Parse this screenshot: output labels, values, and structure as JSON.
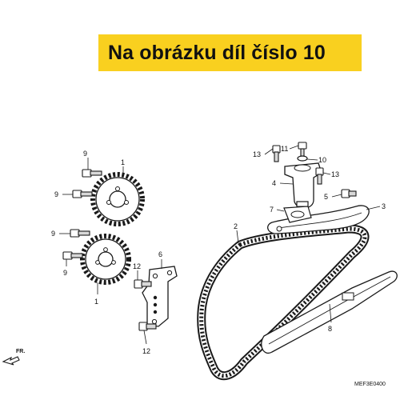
{
  "banner": {
    "text": "Na obrázku díl číslo 10"
  },
  "diagram": {
    "code": "MEF3E0400",
    "direction_label": "FR.",
    "callouts": [
      {
        "id": "c9a",
        "label": "9"
      },
      {
        "id": "c1a",
        "label": "1"
      },
      {
        "id": "c9b",
        "label": "9"
      },
      {
        "id": "c9c",
        "label": "9"
      },
      {
        "id": "c9d",
        "label": "9"
      },
      {
        "id": "c1b",
        "label": "1"
      },
      {
        "id": "c12a",
        "label": "12"
      },
      {
        "id": "c6",
        "label": "6"
      },
      {
        "id": "c12b",
        "label": "12"
      },
      {
        "id": "c2",
        "label": "2"
      },
      {
        "id": "c13a",
        "label": "13"
      },
      {
        "id": "c11",
        "label": "11"
      },
      {
        "id": "c10",
        "label": "10"
      },
      {
        "id": "c13b",
        "label": "13"
      },
      {
        "id": "c4",
        "label": "4"
      },
      {
        "id": "c5",
        "label": "5"
      },
      {
        "id": "c3",
        "label": "3"
      },
      {
        "id": "c7",
        "label": "7"
      },
      {
        "id": "c8",
        "label": "8"
      }
    ]
  },
  "colors": {
    "banner": "#f9d01f",
    "line": "#1a1a1a",
    "shade": "#bdbdbd"
  }
}
